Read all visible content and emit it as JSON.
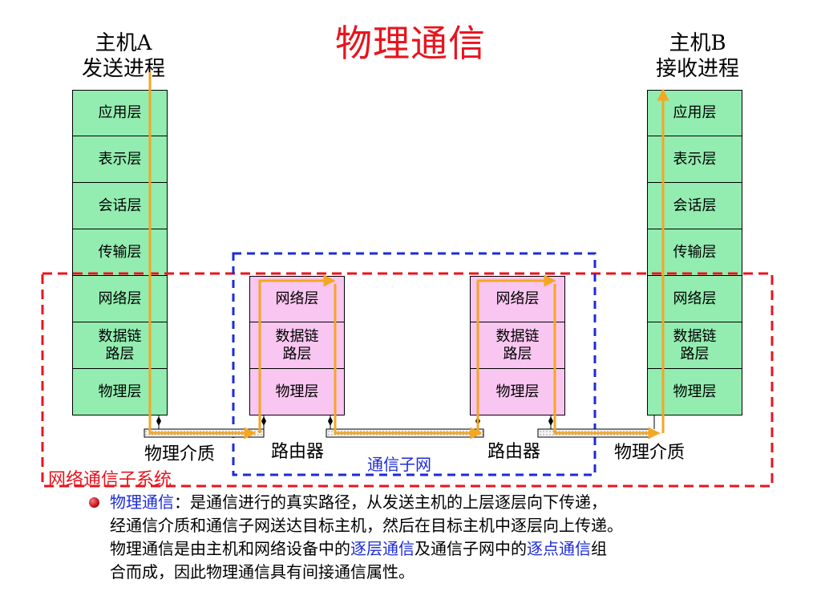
{
  "title": "物理通信",
  "host_a": {
    "line1": "主机A",
    "line2": "发送进程"
  },
  "host_b": {
    "line1": "主机B",
    "line2": "接收进程"
  },
  "host_layers": [
    "应用层",
    "表示层",
    "会话层",
    "传输层",
    "网络层",
    "数据链\n路层",
    "物理层"
  ],
  "router_layers": [
    "网络层",
    "数据链\n路层",
    "物理层"
  ],
  "labels": {
    "medium_left": "物理介质",
    "medium_right": "物理介质",
    "router_left": "路由器",
    "router_right": "路由器",
    "subnet": "通信子网",
    "subsystem": "网络通信子系统"
  },
  "description": {
    "term": "物理通信",
    "p1": "：是通信进行的真实路径，从发送主机的上层逐层向下传递，",
    "p2": "经通信介质和通信子网送达目标主机，然后在目标主机中逐层向上传递。",
    "p3": "物理通信是由主机和网络设备中的",
    "term2": "逐层通信",
    "p4": "及通信子网中的",
    "term3": "逐点通信",
    "p5": "组",
    "p6": "合而成，因此物理通信具有间接通信属性。"
  },
  "colors": {
    "title": "#e8141e",
    "host_layer_fill": "#93ecb0",
    "router_layer_fill": "#f8c6f0",
    "path_arrow": "#f5a623",
    "subsystem_box": "#e8141e",
    "subnet_box": "#1c2bd8",
    "highlight_text": "#1c2bd8"
  }
}
